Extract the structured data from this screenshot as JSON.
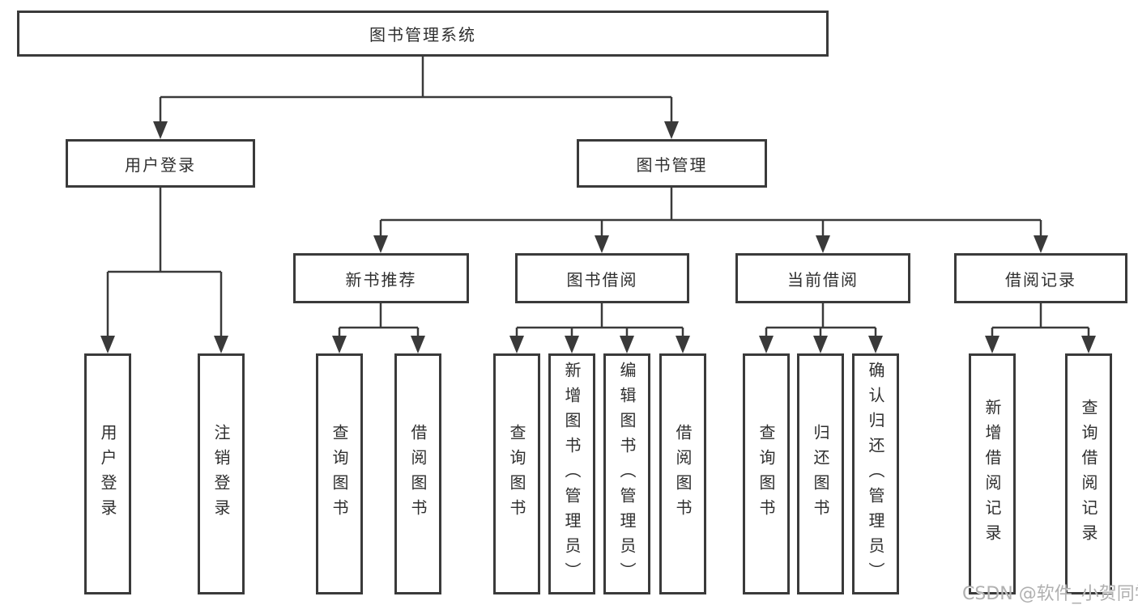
{
  "tree": {
    "root": {
      "label": "图书管理系统"
    },
    "branches": [
      {
        "label": "用户登录",
        "children": [
          {
            "label": "用户登录"
          },
          {
            "label": "注销登录"
          }
        ]
      },
      {
        "label": "图书管理",
        "sections": [
          {
            "label": "新书推荐",
            "children": [
              {
                "label": "查询图书"
              },
              {
                "label": "借阅图书"
              }
            ]
          },
          {
            "label": "图书借阅",
            "children": [
              {
                "label": "查询图书"
              },
              {
                "label": "新增图书（管理员）"
              },
              {
                "label": "编辑图书（管理员）"
              },
              {
                "label": "借阅图书"
              }
            ]
          },
          {
            "label": "当前借阅",
            "children": [
              {
                "label": "查询图书"
              },
              {
                "label": "归还图书"
              },
              {
                "label": "确认归还（管理员）"
              }
            ]
          },
          {
            "label": "借阅记录",
            "children": [
              {
                "label": "新增借阅记录"
              },
              {
                "label": "查询借阅记录"
              }
            ]
          }
        ]
      }
    ]
  },
  "watermark": {
    "text": "CSDN @软件_小贺同学"
  },
  "colors": {
    "line": "#3a3a3a",
    "box_border": "#3a3a3a",
    "box_fill": "#ffffff",
    "text": "#2f2f2f",
    "watermark": "#b0b0b0"
  }
}
